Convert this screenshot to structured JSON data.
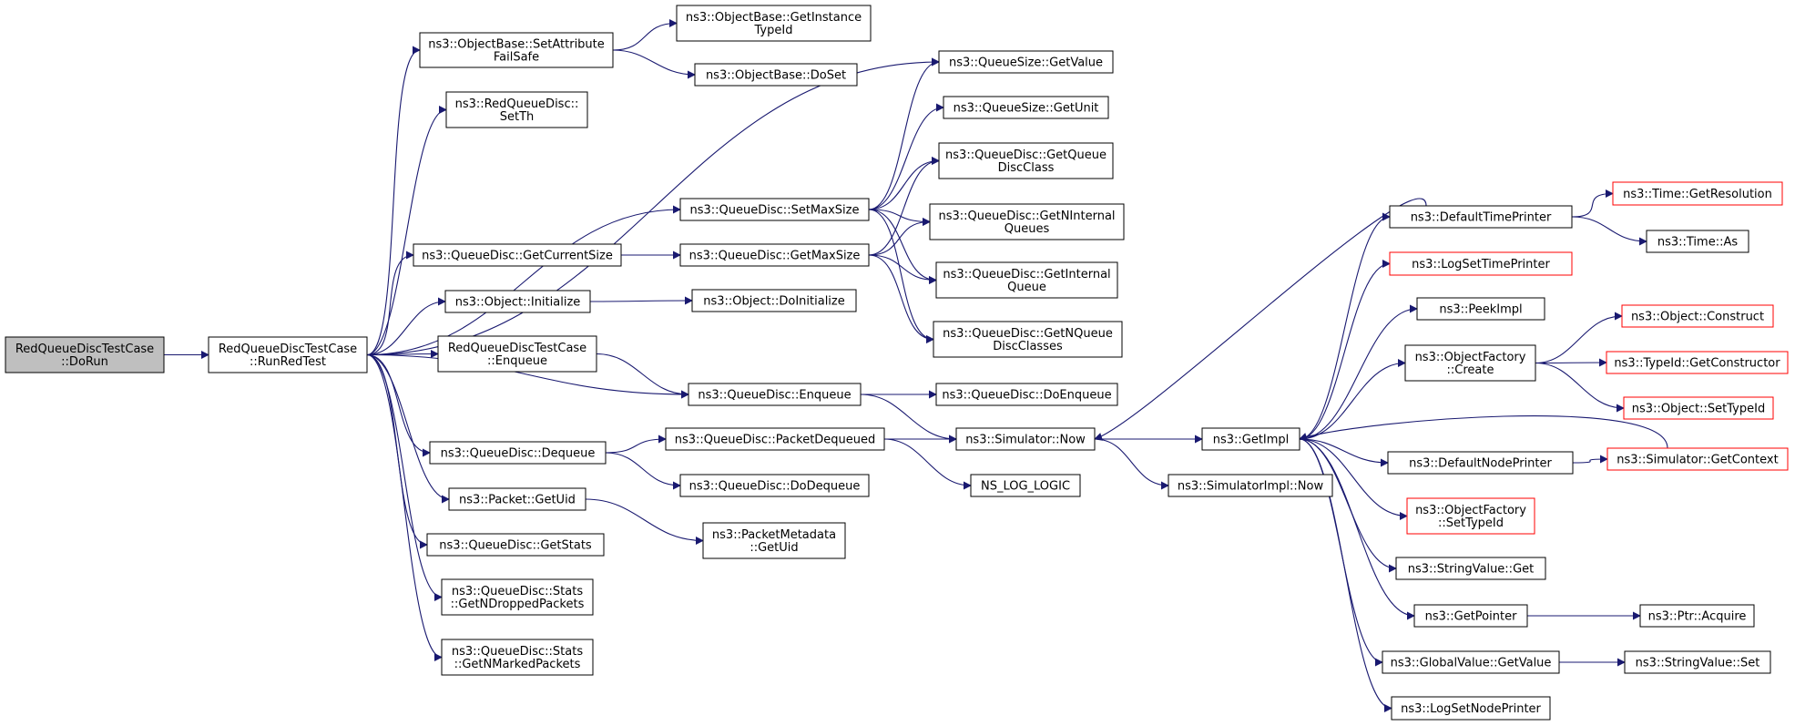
{
  "colors": {
    "edge": "#191970",
    "box_border": "#000000",
    "box_border_truncated": "#ff0000",
    "root_fill": "#bfbfbf",
    "box_fill": "#ffffff",
    "text": "#000000"
  },
  "nodes": {
    "doRun": {
      "lines": [
        "RedQueueDiscTestCase",
        "::DoRun"
      ],
      "root": true
    },
    "runRedTest": {
      "lines": [
        "RedQueueDiscTestCase",
        "::RunRedTest"
      ]
    },
    "setAttrFailSafe": {
      "lines": [
        "ns3::ObjectBase::SetAttribute",
        "FailSafe"
      ]
    },
    "getInstanceTypeId": {
      "lines": [
        "ns3::ObjectBase::GetInstance",
        "TypeId"
      ]
    },
    "doSet": {
      "lines": [
        "ns3::ObjectBase::DoSet"
      ]
    },
    "setTh": {
      "lines": [
        "ns3::RedQueueDisc::",
        "SetTh"
      ]
    },
    "qsGetValue": {
      "lines": [
        "ns3::QueueSize::GetValue"
      ]
    },
    "qsGetUnit": {
      "lines": [
        "ns3::QueueSize::GetUnit"
      ]
    },
    "getQueueDiscClass": {
      "lines": [
        "ns3::QueueDisc::GetQueue",
        "DiscClass"
      ]
    },
    "setMaxSize": {
      "lines": [
        "ns3::QueueDisc::SetMaxSize"
      ]
    },
    "getNInternalQueues": {
      "lines": [
        "ns3::QueueDisc::GetNInternal",
        "Queues"
      ]
    },
    "getCurrentSize": {
      "lines": [
        "ns3::QueueDisc::GetCurrentSize"
      ]
    },
    "getMaxSize": {
      "lines": [
        "ns3::QueueDisc::GetMaxSize"
      ]
    },
    "getInternalQueue": {
      "lines": [
        "ns3::QueueDisc::GetInternal",
        "Queue"
      ]
    },
    "objInitialize": {
      "lines": [
        "ns3::Object::Initialize"
      ]
    },
    "objDoInitialize": {
      "lines": [
        "ns3::Object::DoInitialize"
      ]
    },
    "getNQueueDiscClasses": {
      "lines": [
        "ns3::QueueDisc::GetNQueue",
        "DiscClasses"
      ]
    },
    "redEnqueue": {
      "lines": [
        "RedQueueDiscTestCase",
        "::Enqueue"
      ]
    },
    "qdEnqueue": {
      "lines": [
        "ns3::QueueDisc::Enqueue"
      ]
    },
    "qdDoEnqueue": {
      "lines": [
        "ns3::QueueDisc::DoEnqueue"
      ]
    },
    "qdDequeue": {
      "lines": [
        "ns3::QueueDisc::Dequeue"
      ]
    },
    "packetDequeued": {
      "lines": [
        "ns3::QueueDisc::PacketDequeued"
      ]
    },
    "simNow": {
      "lines": [
        "ns3::Simulator::Now"
      ]
    },
    "getImpl": {
      "lines": [
        "ns3::GetImpl"
      ]
    },
    "qdDoDequeue": {
      "lines": [
        "ns3::QueueDisc::DoDequeue"
      ]
    },
    "nsLogLogic": {
      "lines": [
        "NS_LOG_LOGIC"
      ]
    },
    "simImplNow": {
      "lines": [
        "ns3::SimulatorImpl::Now"
      ]
    },
    "packetGetUid": {
      "lines": [
        "ns3::Packet::GetUid"
      ]
    },
    "metadataGetUid": {
      "lines": [
        "ns3::PacketMetadata",
        "::GetUid"
      ]
    },
    "getStats": {
      "lines": [
        "ns3::QueueDisc::GetStats"
      ]
    },
    "getNDropped": {
      "lines": [
        "ns3::QueueDisc::Stats",
        "::GetNDroppedPackets"
      ]
    },
    "getNMarked": {
      "lines": [
        "ns3::QueueDisc::Stats",
        "::GetNMarkedPackets"
      ]
    },
    "defaultTimePrinter": {
      "lines": [
        "ns3::DefaultTimePrinter"
      ]
    },
    "timeGetResolution": {
      "lines": [
        "ns3::Time::GetResolution"
      ],
      "truncated": true
    },
    "timeAs": {
      "lines": [
        "ns3::Time::As"
      ]
    },
    "logSetTimePrinter": {
      "lines": [
        "ns3::LogSetTimePrinter"
      ],
      "truncated": true
    },
    "peekImpl": {
      "lines": [
        "ns3::PeekImpl"
      ]
    },
    "objFactoryCreate": {
      "lines": [
        "ns3::ObjectFactory",
        "::Create"
      ]
    },
    "objConstruct": {
      "lines": [
        "ns3::Object::Construct"
      ],
      "truncated": true
    },
    "typeIdGetConstructor": {
      "lines": [
        "ns3::TypeId::GetConstructor"
      ],
      "truncated": true
    },
    "objSetTypeId": {
      "lines": [
        "ns3::Object::SetTypeId"
      ],
      "truncated": true
    },
    "defaultNodePrinter": {
      "lines": [
        "ns3::DefaultNodePrinter"
      ]
    },
    "simGetContext": {
      "lines": [
        "ns3::Simulator::GetContext"
      ],
      "truncated": true
    },
    "objFactorySetTypeId": {
      "lines": [
        "ns3::ObjectFactory",
        "::SetTypeId"
      ],
      "truncated": true
    },
    "stringValueGet": {
      "lines": [
        "ns3::StringValue::Get"
      ]
    },
    "getPointer": {
      "lines": [
        "ns3::GetPointer"
      ]
    },
    "ptrAcquire": {
      "lines": [
        "ns3::Ptr::Acquire"
      ]
    },
    "globalValueGetValue": {
      "lines": [
        "ns3::GlobalValue::GetValue"
      ]
    },
    "stringValueSet": {
      "lines": [
        "ns3::StringValue::Set"
      ]
    },
    "logSetNodePrinter": {
      "lines": [
        "ns3::LogSetNodePrinter"
      ]
    }
  },
  "edges": [
    [
      "doRun",
      "runRedTest"
    ],
    [
      "runRedTest",
      "setAttrFailSafe"
    ],
    [
      "runRedTest",
      "setTh"
    ],
    [
      "runRedTest",
      "qsGetValue"
    ],
    [
      "runRedTest",
      "setMaxSize"
    ],
    [
      "runRedTest",
      "getCurrentSize"
    ],
    [
      "runRedTest",
      "objInitialize"
    ],
    [
      "runRedTest",
      "redEnqueue"
    ],
    [
      "runRedTest",
      "qdEnqueue"
    ],
    [
      "runRedTest",
      "qdDequeue"
    ],
    [
      "runRedTest",
      "packetGetUid"
    ],
    [
      "runRedTest",
      "getStats"
    ],
    [
      "runRedTest",
      "getNDropped"
    ],
    [
      "runRedTest",
      "getNMarked"
    ],
    [
      "setAttrFailSafe",
      "getInstanceTypeId"
    ],
    [
      "setAttrFailSafe",
      "doSet"
    ],
    [
      "setMaxSize",
      "qsGetValue"
    ],
    [
      "setMaxSize",
      "qsGetUnit"
    ],
    [
      "setMaxSize",
      "getQueueDiscClass"
    ],
    [
      "setMaxSize",
      "getNInternalQueues"
    ],
    [
      "setMaxSize",
      "getInternalQueue"
    ],
    [
      "setMaxSize",
      "getNQueueDiscClasses"
    ],
    [
      "getCurrentSize",
      "getMaxSize"
    ],
    [
      "getMaxSize",
      "getQueueDiscClass"
    ],
    [
      "getMaxSize",
      "getNInternalQueues"
    ],
    [
      "getMaxSize",
      "getInternalQueue"
    ],
    [
      "getMaxSize",
      "getNQueueDiscClasses"
    ],
    [
      "objInitialize",
      "objDoInitialize"
    ],
    [
      "redEnqueue",
      "qdEnqueue"
    ],
    [
      "qdEnqueue",
      "qdDoEnqueue"
    ],
    [
      "qdEnqueue",
      "simNow"
    ],
    [
      "qdDequeue",
      "packetDequeued"
    ],
    [
      "qdDequeue",
      "qdDoDequeue"
    ],
    [
      "packetDequeued",
      "simNow"
    ],
    [
      "packetDequeued",
      "nsLogLogic"
    ],
    [
      "simNow",
      "getImpl"
    ],
    [
      "simNow",
      "simImplNow"
    ],
    [
      "packetGetUid",
      "metadataGetUid"
    ],
    [
      "getImpl",
      "defaultTimePrinter"
    ],
    [
      "getImpl",
      "logSetTimePrinter"
    ],
    [
      "getImpl",
      "peekImpl"
    ],
    [
      "getImpl",
      "objFactoryCreate"
    ],
    [
      "getImpl",
      "defaultNodePrinter"
    ],
    [
      "getImpl",
      "objFactorySetTypeId"
    ],
    [
      "getImpl",
      "stringValueGet"
    ],
    [
      "getImpl",
      "getPointer"
    ],
    [
      "getImpl",
      "globalValueGetValue"
    ],
    [
      "getImpl",
      "logSetNodePrinter"
    ],
    [
      "defaultTimePrinter",
      "simNow"
    ],
    [
      "defaultTimePrinter",
      "timeGetResolution"
    ],
    [
      "defaultTimePrinter",
      "timeAs"
    ],
    [
      "objFactoryCreate",
      "objConstruct"
    ],
    [
      "objFactoryCreate",
      "typeIdGetConstructor"
    ],
    [
      "objFactoryCreate",
      "objSetTypeId"
    ],
    [
      "defaultNodePrinter",
      "simGetContext"
    ],
    [
      "simGetContext",
      "getImpl"
    ],
    [
      "getPointer",
      "ptrAcquire"
    ],
    [
      "globalValueGetValue",
      "stringValueSet"
    ]
  ]
}
